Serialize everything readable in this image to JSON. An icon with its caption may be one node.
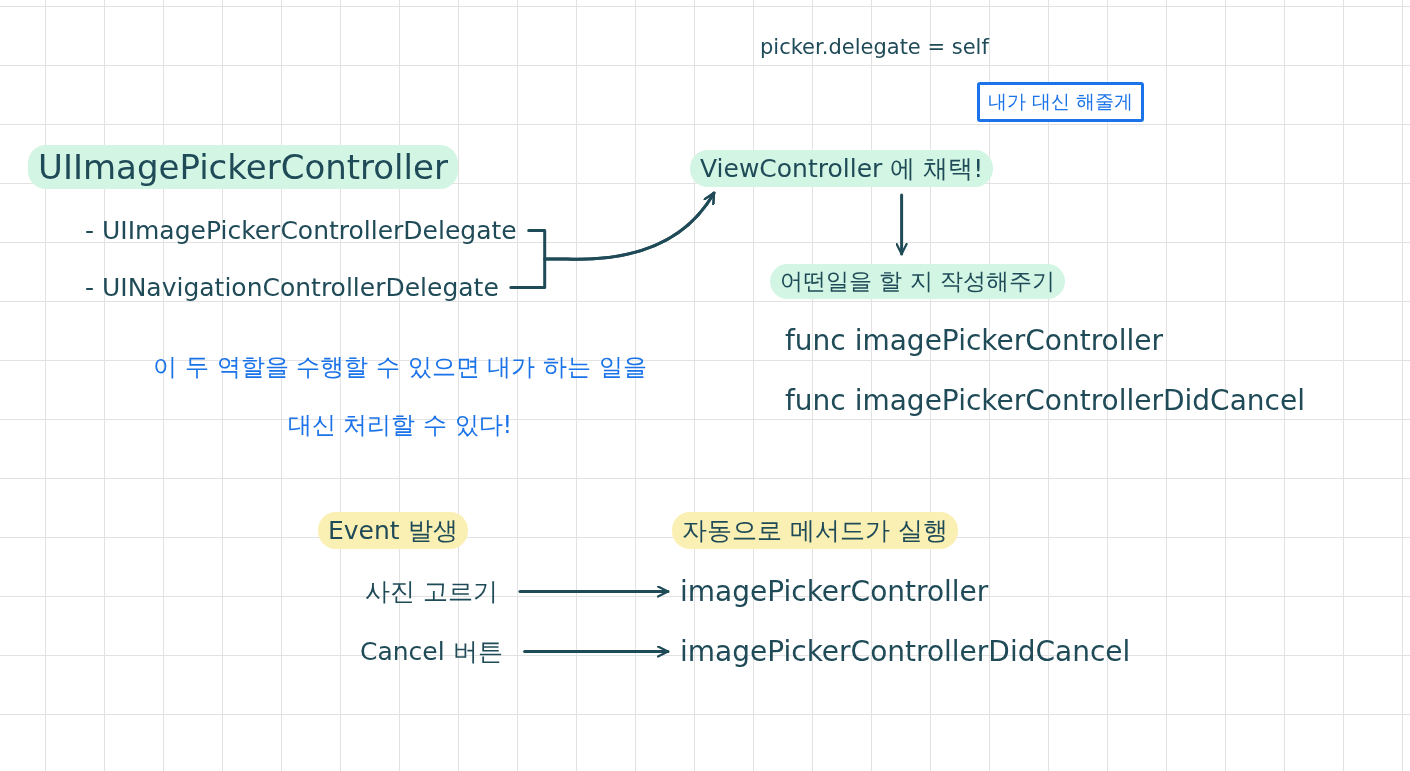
{
  "diagram": {
    "nodes": [
      {
        "text": [
          "UIImagePickerController"
        ]
      },
      {
        "text": [
          "- UIImagePickerControllerDelegate"
        ]
      },
      {
        "text": [
          "- UINavigationControllerDelegate"
        ]
      },
      {
        "text": [
          "ViewController 에 채택!"
        ]
      },
      {
        "text": [
          "picker.delegate = self"
        ]
      },
      {
        "text": [
          "내가 대신 해줄게"
        ]
      },
      {
        "text": [
          "어떤일을 할 지 작성해주기"
        ]
      },
      {
        "text": [
          "func imagePickerController"
        ]
      },
      {
        "text": [
          "func imagePickerControllerDidCancel"
        ]
      },
      {
        "text": [
          "Event 발생"
        ]
      },
      {
        "text": [
          "사진 고르기"
        ]
      },
      {
        "text": [
          "Cancel 버튼"
        ]
      },
      {
        "text": [
          "자동으로 메서드가 실행"
        ]
      },
      {
        "text": [
          "imagePickerController"
        ]
      },
      {
        "text": [
          "imagePickerControllerDidCancel"
        ]
      }
    ],
    "edges": [
      {
        "from": 1,
        "to": 3,
        "arrow": "to"
      },
      {
        "from": 2,
        "to": 3,
        "arrow": "to"
      },
      {
        "from": 3,
        "to": 6,
        "arrow": "to"
      },
      {
        "from": 10,
        "to": 13,
        "arrow": "to"
      },
      {
        "from": 11,
        "to": 14,
        "arrow": "to"
      }
    ],
    "labels": [
      "이 두 역할을 수행할 수 있으면 내가 하는 일을 대신 처리할 수 있다!"
    ]
  }
}
